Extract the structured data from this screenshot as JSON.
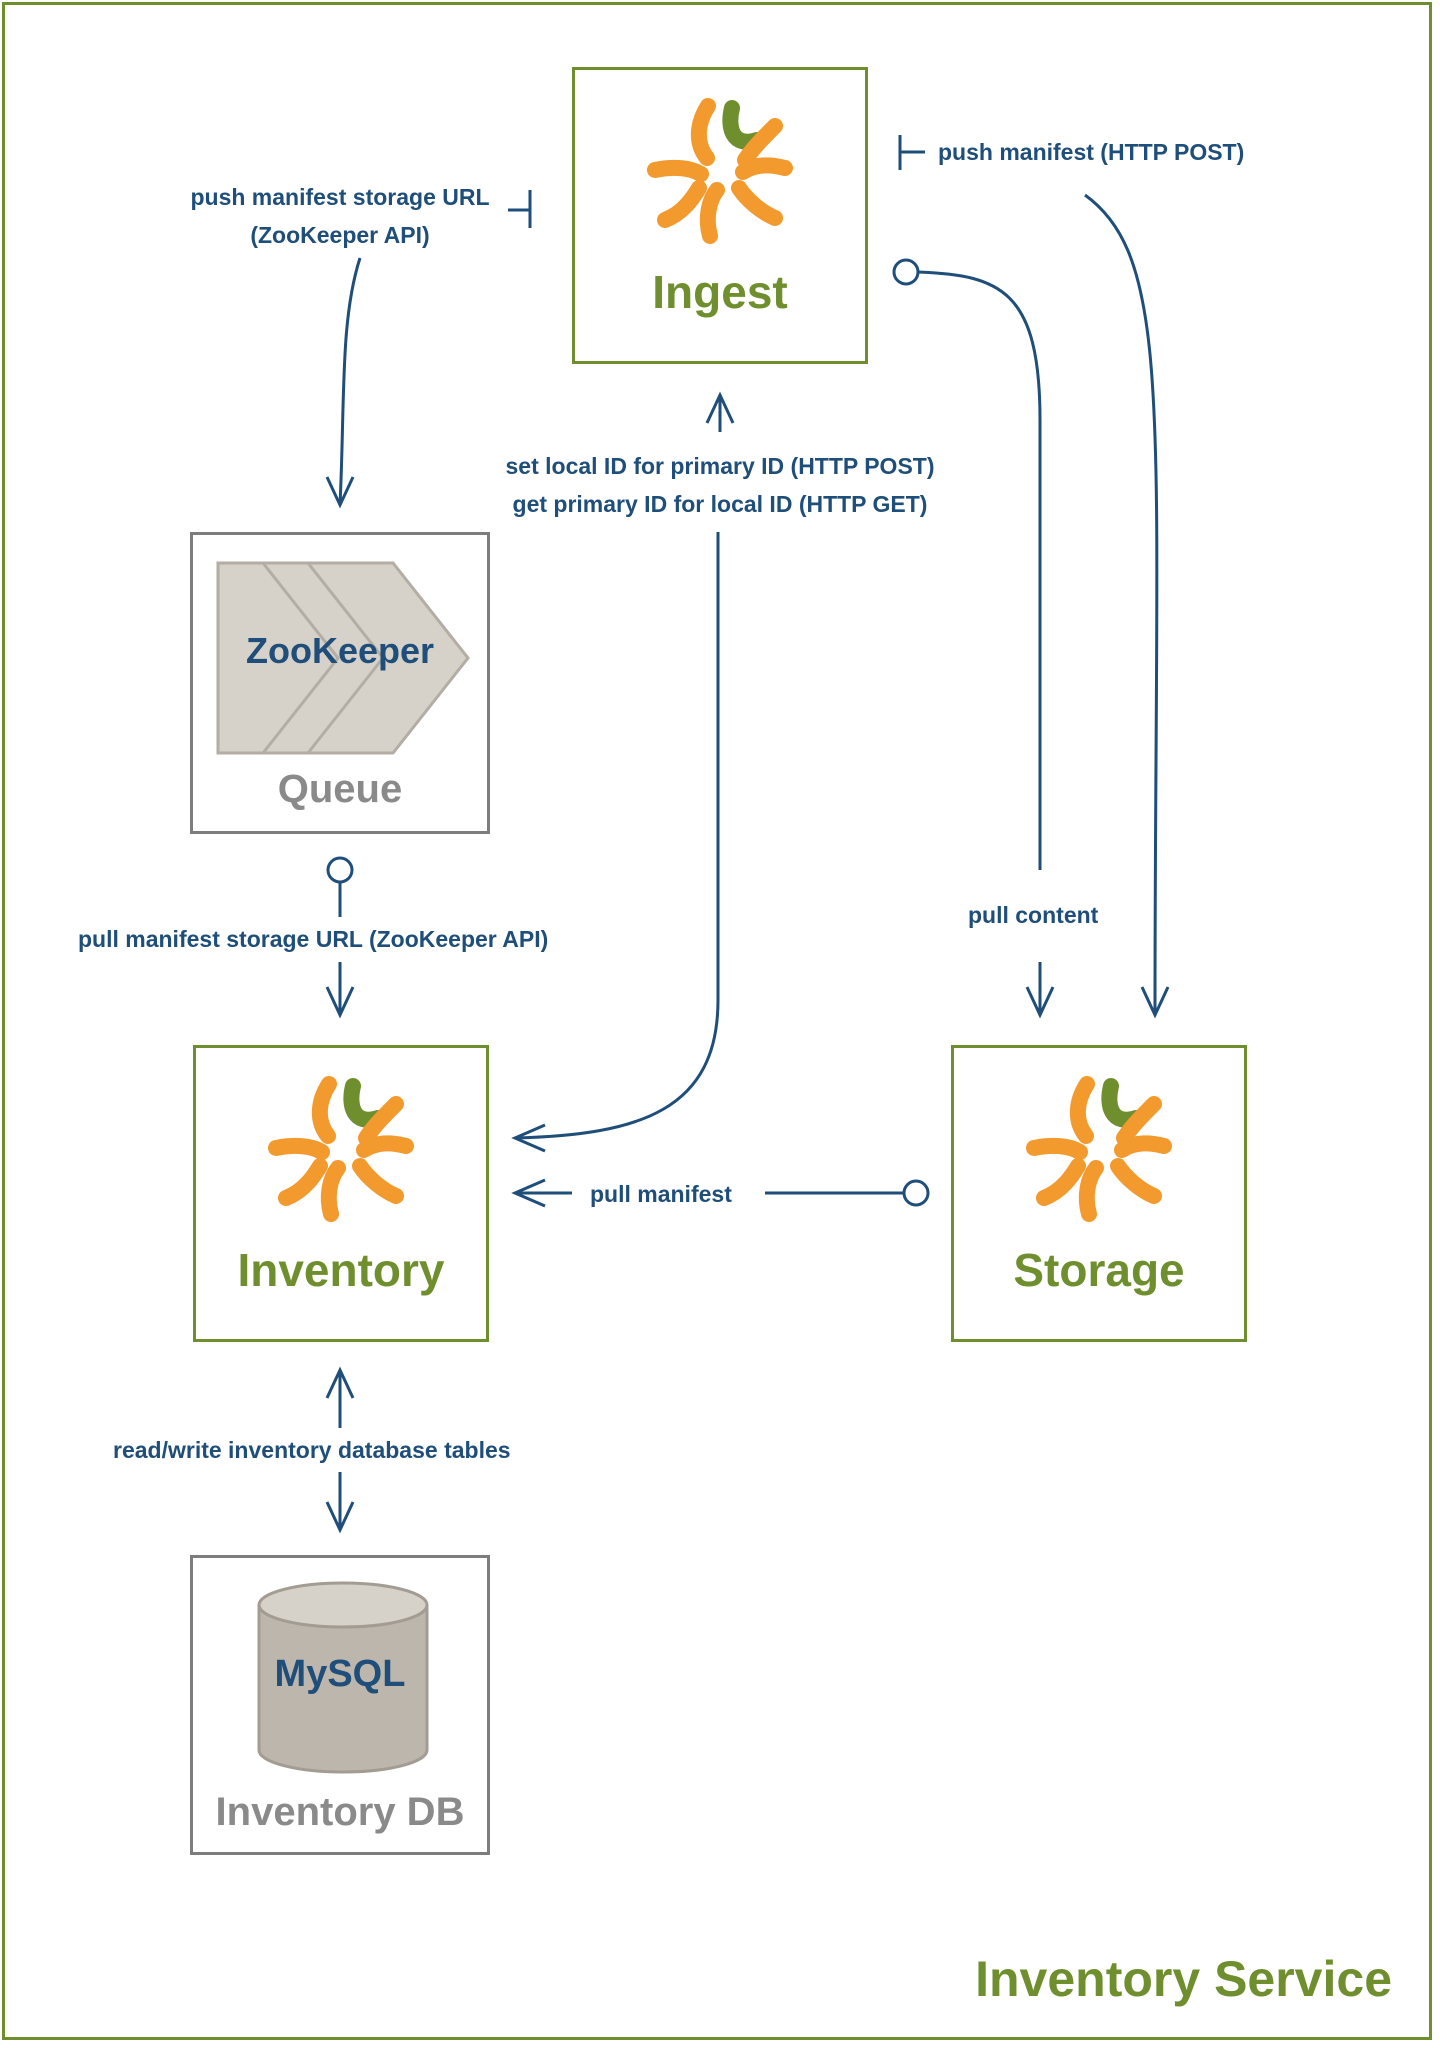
{
  "title": "Inventory Service",
  "components": {
    "ingest": {
      "label": "Ingest"
    },
    "queue": {
      "label": "Queue",
      "inner": "ZooKeeper"
    },
    "inventory": {
      "label": "Inventory"
    },
    "storage": {
      "label": "Storage"
    },
    "db": {
      "label": "Inventory DB",
      "inner": "MySQL"
    }
  },
  "edges": {
    "push_url": [
      "push manifest storage URL",
      "(ZooKeeper API)"
    ],
    "push_manifest": "push manifest (HTTP POST)",
    "local_id": [
      "set local ID for primary ID (HTTP POST)",
      "get primary ID for local ID (HTTP GET)"
    ],
    "pull_url": "pull manifest storage URL (ZooKeeper API)",
    "pull_content": "pull content",
    "pull_manifest": "pull manifest",
    "db_rw": "read/write inventory database tables"
  },
  "colors": {
    "green": "#6f8f2f",
    "orange": "#f29a2e",
    "navy": "#1e4e79",
    "gray": "#7d7d7d"
  },
  "icons": [
    "logo-icon",
    "zookeeper-chevrons-icon",
    "database-cylinder-icon"
  ]
}
